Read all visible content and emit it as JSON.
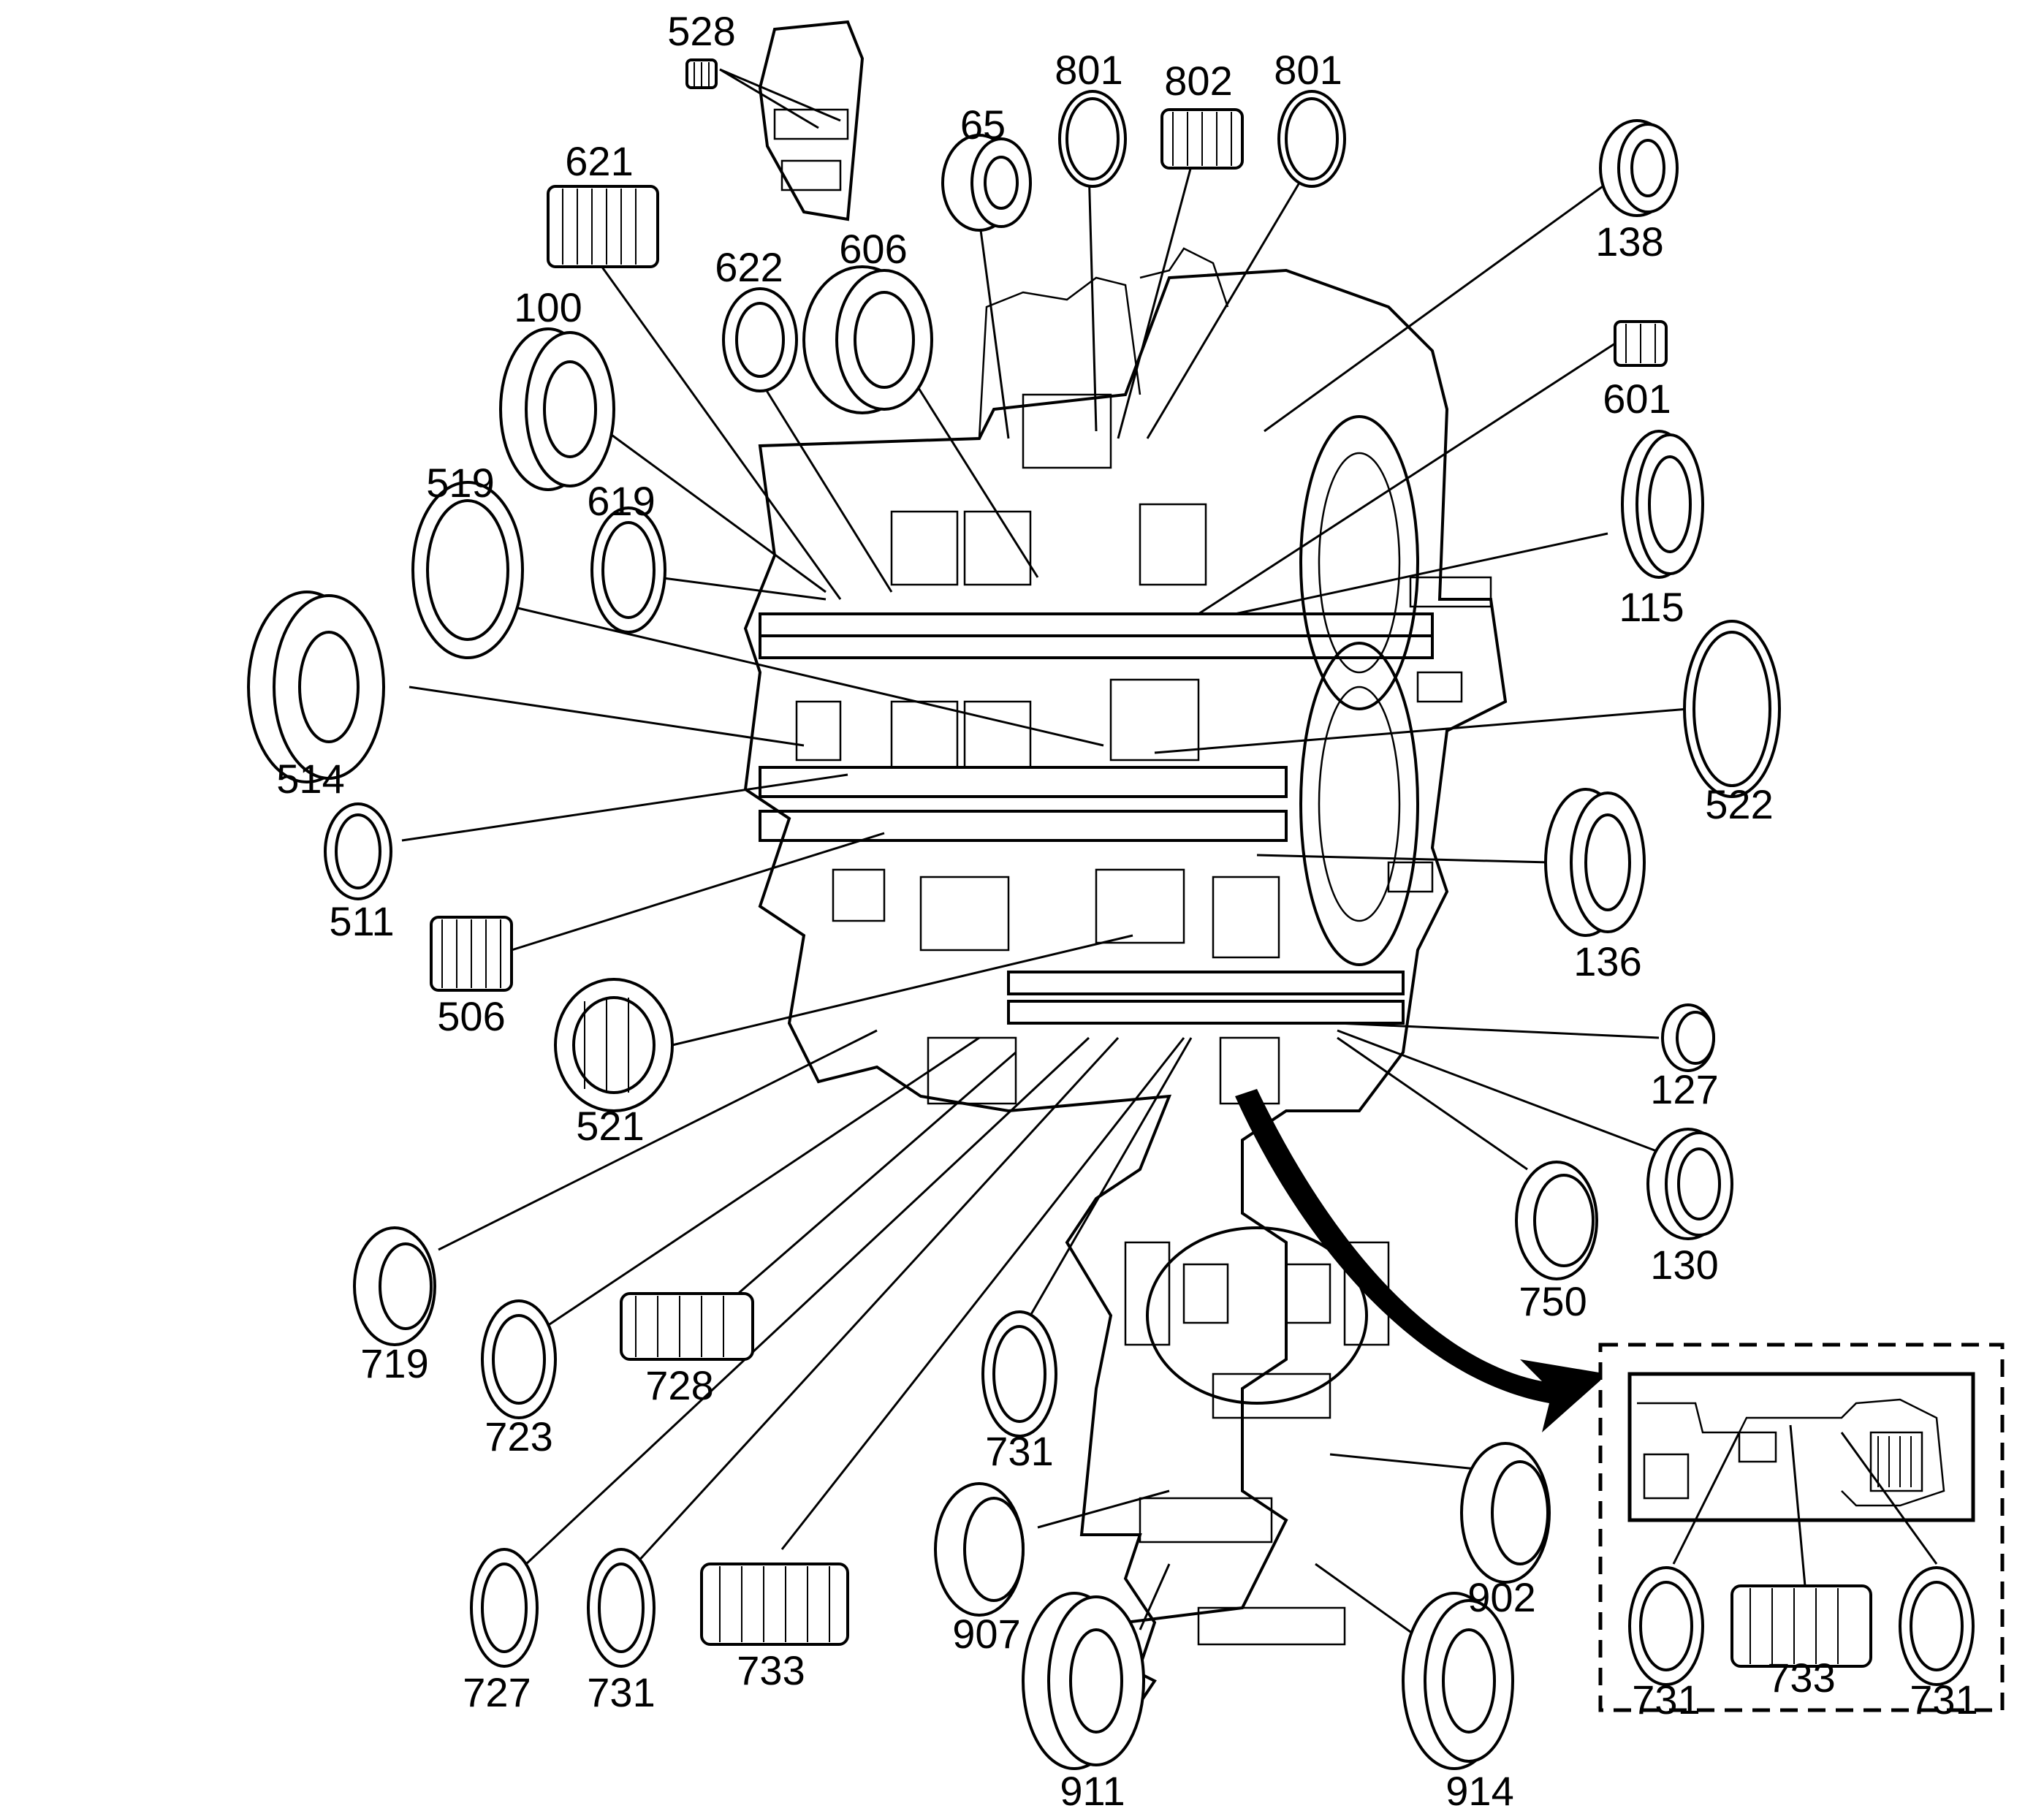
{
  "figure": {
    "type": "exploded transmission bearing and bushing location view",
    "inset_visible": true
  },
  "callouts": [
    {
      "id": "c528",
      "label": "528",
      "part": "needle-bearing"
    },
    {
      "id": "c621",
      "label": "621",
      "part": "needle-bearing"
    },
    {
      "id": "c622",
      "label": "622",
      "part": "thrust-bearing"
    },
    {
      "id": "c606",
      "label": "606",
      "part": "ball-bearing"
    },
    {
      "id": "c65",
      "label": "65",
      "part": "ball-bearing"
    },
    {
      "id": "c801a",
      "label": "801",
      "part": "thrust-washer"
    },
    {
      "id": "c802",
      "label": "802",
      "part": "needle-bearing"
    },
    {
      "id": "c801b",
      "label": "801",
      "part": "thrust-washer"
    },
    {
      "id": "c138",
      "label": "138",
      "part": "seal-bearing"
    },
    {
      "id": "c601",
      "label": "601",
      "part": "needle-bearing"
    },
    {
      "id": "c100",
      "label": "100",
      "part": "ball-bearing"
    },
    {
      "id": "c519",
      "label": "519",
      "part": "thrust-bearing"
    },
    {
      "id": "c619",
      "label": "619",
      "part": "thrust-bearing"
    },
    {
      "id": "c115",
      "label": "115",
      "part": "seal-bearing"
    },
    {
      "id": "c514",
      "label": "514",
      "part": "ball-bearing"
    },
    {
      "id": "c522",
      "label": "522",
      "part": "thrust-bearing"
    },
    {
      "id": "c511",
      "label": "511",
      "part": "needle-bearing"
    },
    {
      "id": "c136",
      "label": "136",
      "part": "roller-bearing"
    },
    {
      "id": "c506",
      "label": "506",
      "part": "needle-bearing"
    },
    {
      "id": "c521",
      "label": "521",
      "part": "needle-bearing"
    },
    {
      "id": "c127",
      "label": "127",
      "part": "bushing"
    },
    {
      "id": "c130",
      "label": "130",
      "part": "roller-bearing"
    },
    {
      "id": "c750",
      "label": "750",
      "part": "seal"
    },
    {
      "id": "c719",
      "label": "719",
      "part": "thrust-bearing"
    },
    {
      "id": "c723",
      "label": "723",
      "part": "thrust-bearing"
    },
    {
      "id": "c728",
      "label": "728",
      "part": "needle-bearing"
    },
    {
      "id": "c731a",
      "label": "731",
      "part": "thrust-bearing"
    },
    {
      "id": "c907",
      "label": "907",
      "part": "tapered-bearing"
    },
    {
      "id": "c902",
      "label": "902",
      "part": "tapered-bearing"
    },
    {
      "id": "c727",
      "label": "727",
      "part": "thrust-bearing"
    },
    {
      "id": "c731b",
      "label": "731",
      "part": "thrust-bearing"
    },
    {
      "id": "c733",
      "label": "733",
      "part": "needle-bearing"
    },
    {
      "id": "c911",
      "label": "911",
      "part": "ball-bearing"
    },
    {
      "id": "c914",
      "label": "914",
      "part": "ball-bearing"
    }
  ],
  "inset": {
    "labels": [
      "731",
      "733",
      "731"
    ]
  }
}
